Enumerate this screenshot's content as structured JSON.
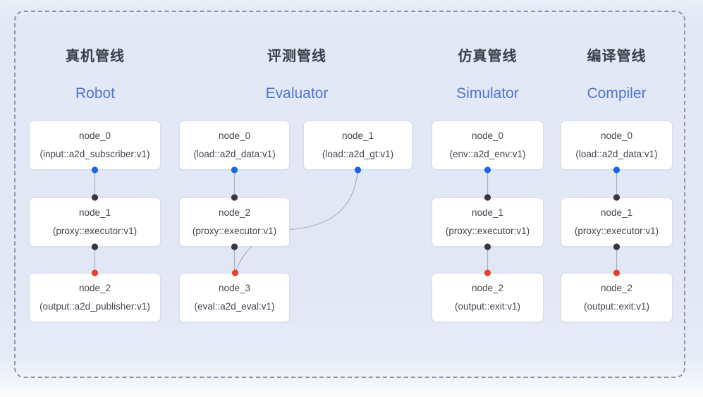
{
  "colors": {
    "background": "#e1e7f5",
    "dash": "#8f96a5",
    "box_border": "#d8dde8",
    "box_bg": "#ffffff",
    "node_text": "#41464f",
    "title_zh": "#3a3f49",
    "title_en": "#5176c9",
    "wire": "#a9b3c6",
    "dot_blue": "#1b66e0",
    "dot_black": "#36383d",
    "dot_red": "#e7402e"
  },
  "pipelines": [
    {
      "title_zh": "真机管线",
      "title_en": "Robot",
      "nodes": [
        {
          "name": "node_0",
          "impl": "(input::a2d_subscriber:v1)"
        },
        {
          "name": "node_1",
          "impl": "(proxy::executor:v1)"
        },
        {
          "name": "node_2",
          "impl": "(output::a2d_publisher:v1)"
        }
      ]
    },
    {
      "title_zh": "评测管线",
      "title_en": "Evaluator",
      "nodes": [
        {
          "name": "node_0",
          "impl": "(load::a2d_data:v1)"
        },
        {
          "name": "node_1",
          "impl": "(load::a2d_gt:v1)"
        },
        {
          "name": "node_2",
          "impl": "(proxy::executor:v1)"
        },
        {
          "name": "node_3",
          "impl": "(eval::a2d_eval:v1)"
        }
      ]
    },
    {
      "title_zh": "仿真管线",
      "title_en": "Simulator",
      "nodes": [
        {
          "name": "node_0",
          "impl": "(env::a2d_env:v1)"
        },
        {
          "name": "node_1",
          "impl": "(proxy::executor:v1)"
        },
        {
          "name": "node_2",
          "impl": "(output::exit:v1)"
        }
      ]
    },
    {
      "title_zh": "编译管线",
      "title_en": "Compiler",
      "nodes": [
        {
          "name": "node_0",
          "impl": "(load::a2d_data:v1)"
        },
        {
          "name": "node_1",
          "impl": "(proxy::executor:v1)"
        },
        {
          "name": "node_2",
          "impl": "(output::exit:v1)"
        }
      ]
    }
  ],
  "edges": [
    {
      "pipeline": "Robot",
      "from": "node_0",
      "to": "node_1"
    },
    {
      "pipeline": "Robot",
      "from": "node_1",
      "to": "node_2"
    },
    {
      "pipeline": "Evaluator",
      "from": "node_0",
      "to": "node_2"
    },
    {
      "pipeline": "Evaluator",
      "from": "node_1",
      "to": "node_3"
    },
    {
      "pipeline": "Evaluator",
      "from": "node_2",
      "to": "node_3"
    },
    {
      "pipeline": "Simulator",
      "from": "node_0",
      "to": "node_1"
    },
    {
      "pipeline": "Simulator",
      "from": "node_1",
      "to": "node_2"
    },
    {
      "pipeline": "Compiler",
      "from": "node_0",
      "to": "node_1"
    },
    {
      "pipeline": "Compiler",
      "from": "node_1",
      "to": "node_2"
    }
  ]
}
